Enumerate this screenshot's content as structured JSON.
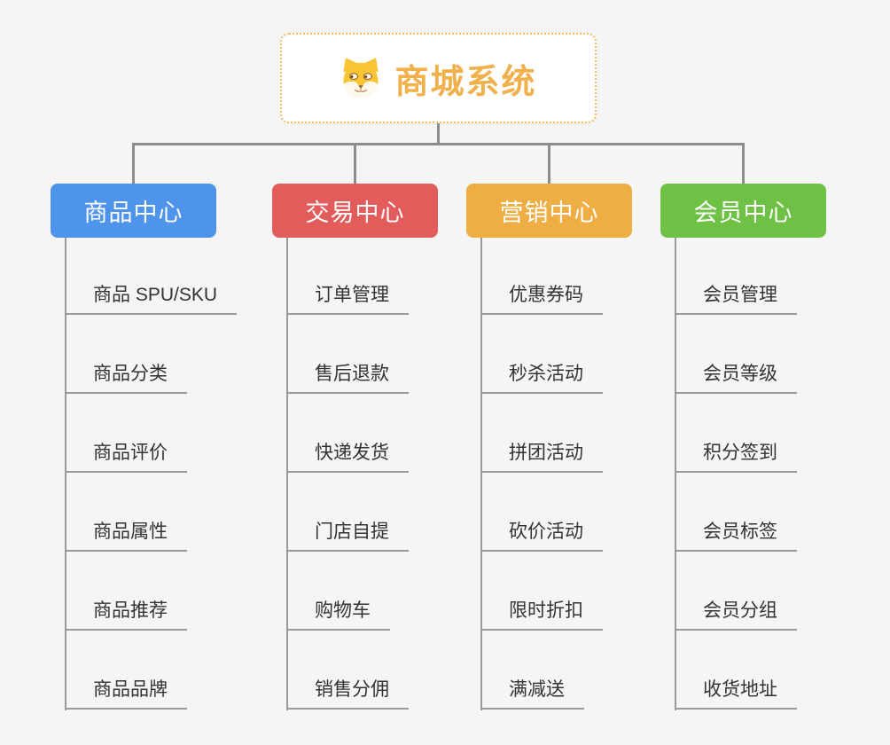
{
  "root": {
    "title": "商城系统",
    "icon": "shiba-dog-icon",
    "title_color": "#F0B04B",
    "border_color": "#F5BE62"
  },
  "theme": {
    "background": "#F5F5F5",
    "connector_color": "#8C8C8C",
    "underline_color": "#9A9A9A",
    "leaf_text_color": "#333333"
  },
  "branches": [
    {
      "label": "商品中心",
      "color": "#4D94EA",
      "items": [
        "商品 SPU/SKU",
        "商品分类",
        "商品评价",
        "商品属性",
        "商品推荐",
        "商品品牌"
      ]
    },
    {
      "label": "交易中心",
      "color": "#E25C5C",
      "items": [
        "订单管理",
        "售后退款",
        "快递发货",
        "门店自提",
        "购物车",
        "销售分佣"
      ]
    },
    {
      "label": "营销中心",
      "color": "#EFAE43",
      "items": [
        "优惠券码",
        "秒杀活动",
        "拼团活动",
        "砍价活动",
        "限时折扣",
        "满减送"
      ]
    },
    {
      "label": "会员中心",
      "color": "#6EC144",
      "items": [
        "会员管理",
        "会员等级",
        "积分签到",
        "会员标签",
        "会员分组",
        "收货地址"
      ]
    }
  ]
}
